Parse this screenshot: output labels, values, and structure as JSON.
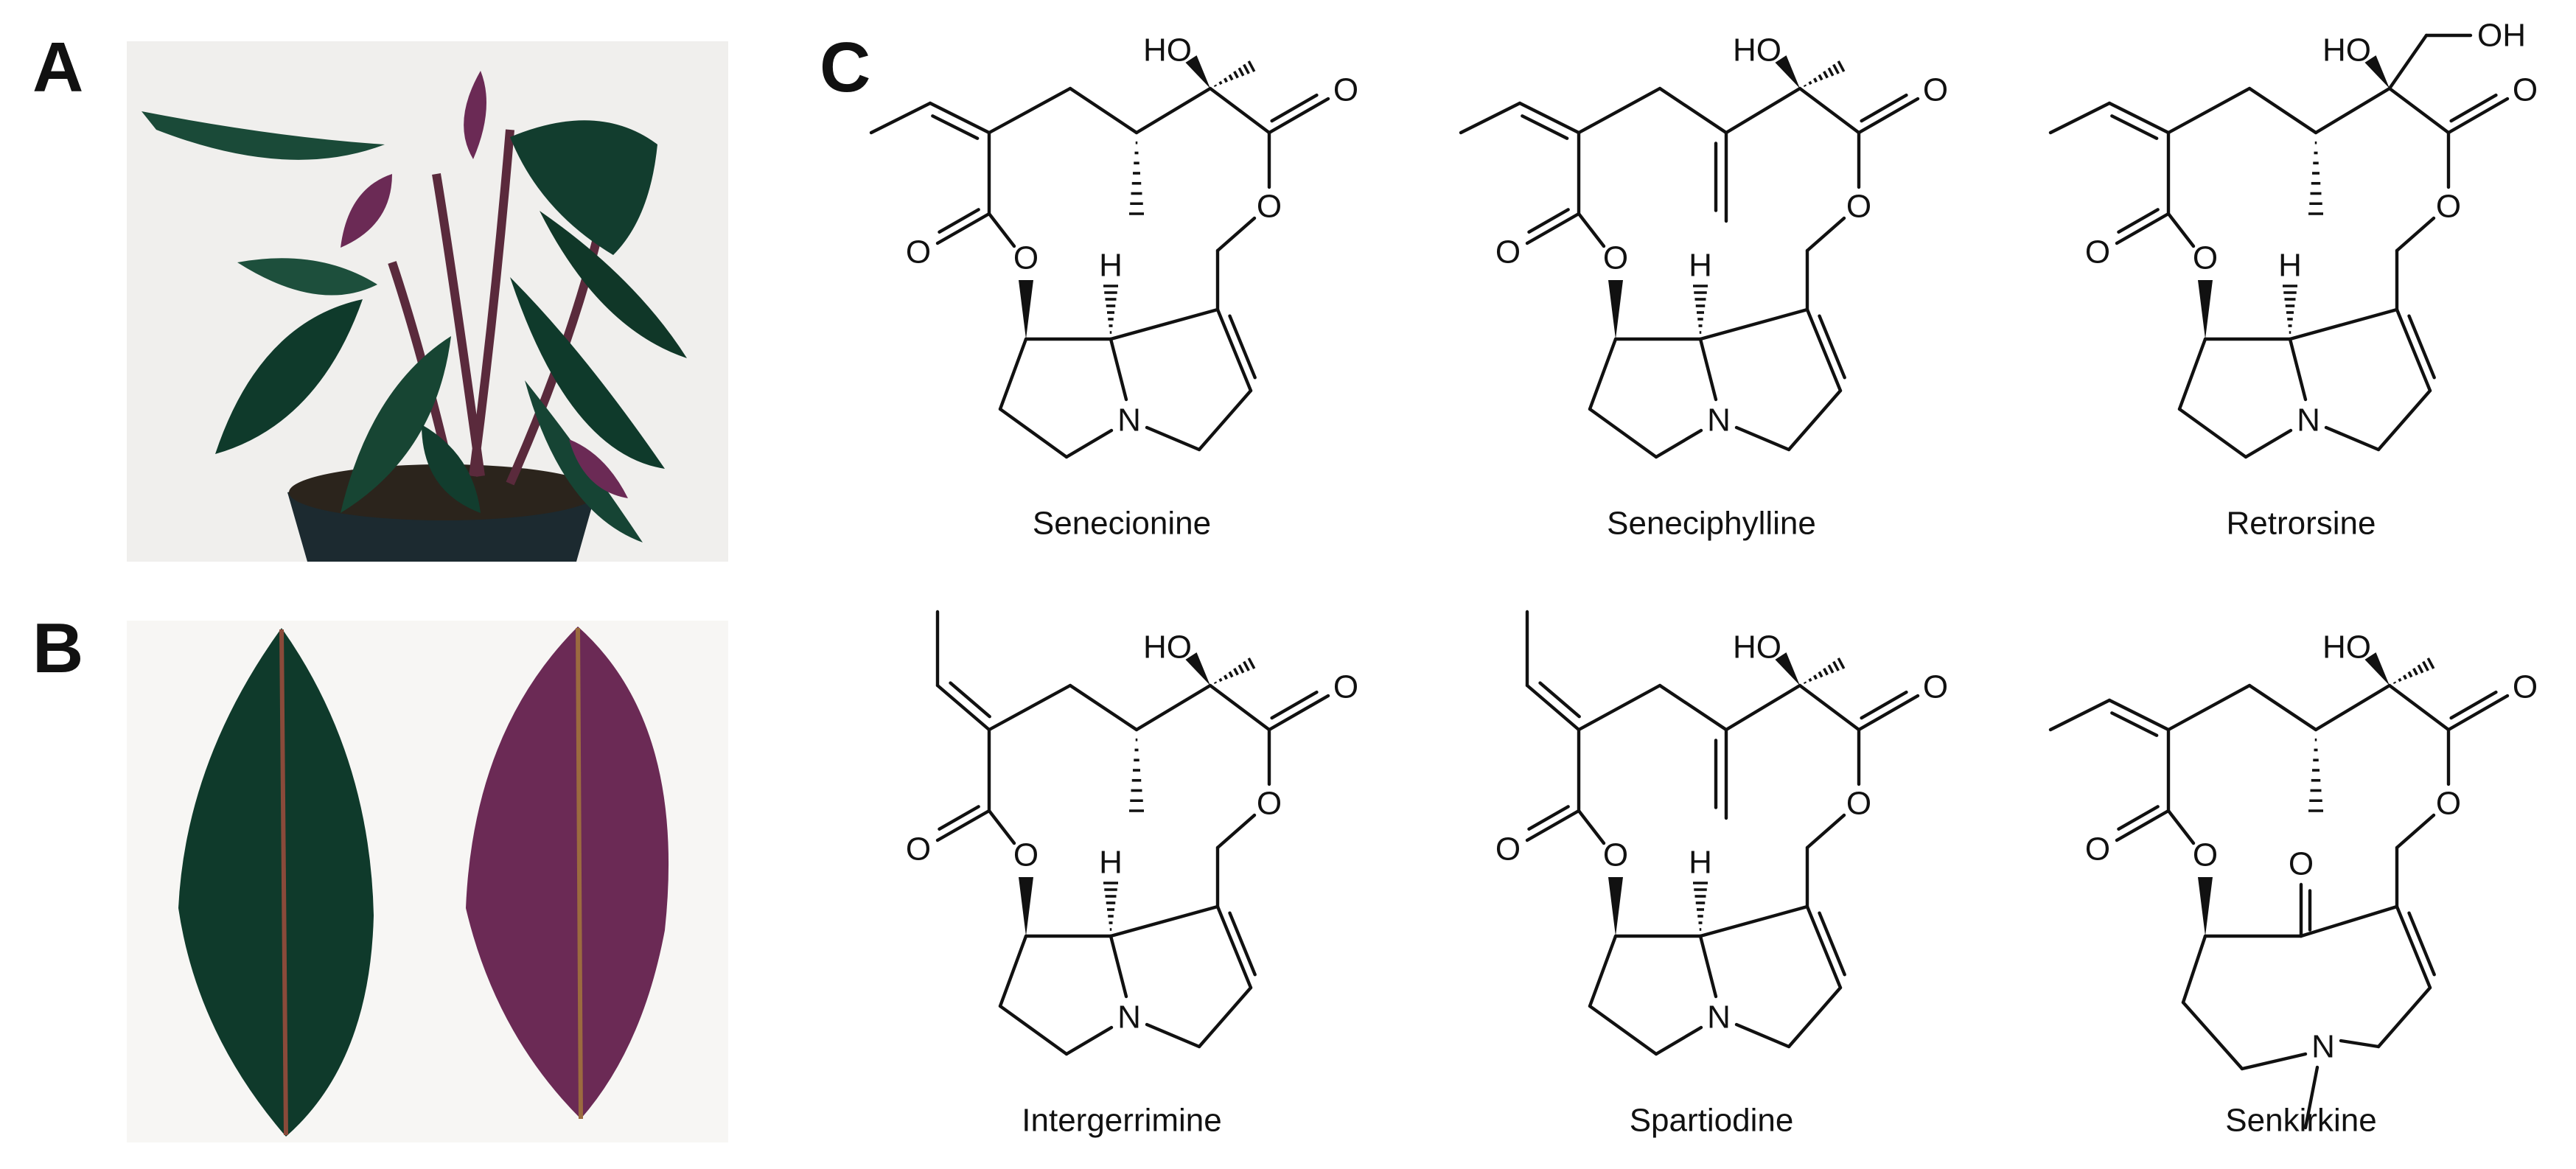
{
  "panels": {
    "a": {
      "letter": "A"
    },
    "b": {
      "letter": "B"
    },
    "c": {
      "letter": "C"
    }
  },
  "compounds": [
    {
      "name": "Senecionine",
      "variant": "methyl"
    },
    {
      "name": "Seneciphylline",
      "variant": "methylene"
    },
    {
      "name": "Retrorsine",
      "variant": "methyl",
      "hydroxymethyl": true
    },
    {
      "name": "Intergerrimine",
      "variant": "methyl",
      "z_isomer": true
    },
    {
      "name": "Spartiodine",
      "variant": "methylene",
      "z_isomer": true
    },
    {
      "name": "Senkirkine",
      "variant": "methyl",
      "otonecine": true
    }
  ],
  "atoms": {
    "ho": "HO",
    "oh": "OH",
    "o": "O",
    "h": "H",
    "n": "N"
  },
  "colors": {
    "leaf_green": "#0f3a2b",
    "leaf_purple": "#6b2a55",
    "background": "#f2f1ef",
    "soil": "#2a241d"
  }
}
